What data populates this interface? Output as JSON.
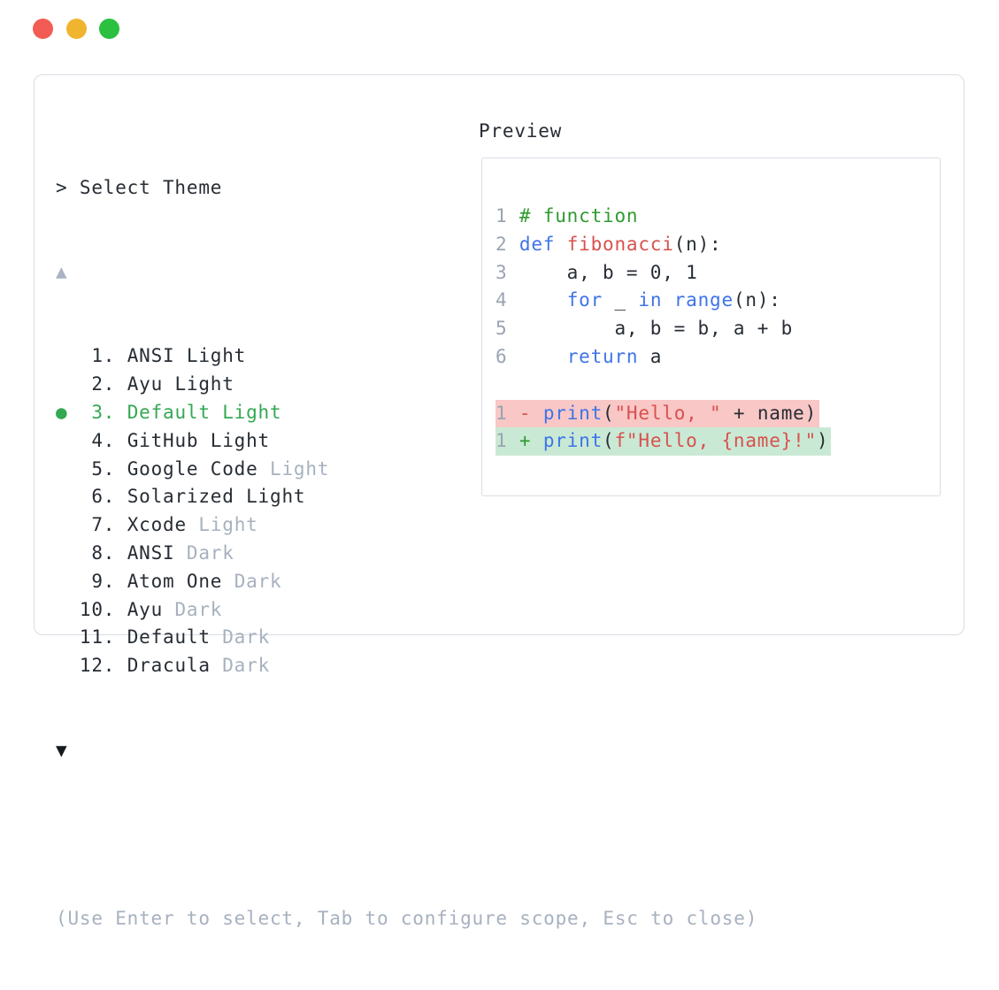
{
  "window_controls": {
    "close_color": "#f25c54",
    "minimize_color": "#f0b42e",
    "zoom_color": "#2bc03f"
  },
  "picker": {
    "title": "> Select Theme",
    "scroll_up": "▲",
    "scroll_down": "▼",
    "selected_marker": "●",
    "selected_index": 3,
    "items": [
      {
        "number": "1.",
        "parts": [
          {
            "text": "ANSI Light",
            "style": "normal"
          }
        ],
        "selected": false
      },
      {
        "number": "2.",
        "parts": [
          {
            "text": "Ayu Light",
            "style": "normal"
          }
        ],
        "selected": false
      },
      {
        "number": "3.",
        "parts": [
          {
            "text": "Default Light",
            "style": "selected"
          }
        ],
        "selected": true
      },
      {
        "number": "4.",
        "parts": [
          {
            "text": "GitHub Light",
            "style": "normal"
          }
        ],
        "selected": false
      },
      {
        "number": "5.",
        "parts": [
          {
            "text": "Google Code ",
            "style": "normal"
          },
          {
            "text": "Light",
            "style": "muted"
          }
        ],
        "selected": false
      },
      {
        "number": "6.",
        "parts": [
          {
            "text": "Solarized Light",
            "style": "normal"
          }
        ],
        "selected": false
      },
      {
        "number": "7.",
        "parts": [
          {
            "text": "Xcode ",
            "style": "normal"
          },
          {
            "text": "Light",
            "style": "muted"
          }
        ],
        "selected": false
      },
      {
        "number": "8.",
        "parts": [
          {
            "text": "ANSI ",
            "style": "normal"
          },
          {
            "text": "Dark",
            "style": "muted"
          }
        ],
        "selected": false
      },
      {
        "number": "9.",
        "parts": [
          {
            "text": "Atom One ",
            "style": "normal"
          },
          {
            "text": "Dark",
            "style": "muted"
          }
        ],
        "selected": false
      },
      {
        "number": "10.",
        "parts": [
          {
            "text": "Ayu ",
            "style": "normal"
          },
          {
            "text": "Dark",
            "style": "muted"
          }
        ],
        "selected": false
      },
      {
        "number": "11.",
        "parts": [
          {
            "text": "Default ",
            "style": "normal"
          },
          {
            "text": "Dark",
            "style": "muted"
          }
        ],
        "selected": false
      },
      {
        "number": "12.",
        "parts": [
          {
            "text": "Dracula ",
            "style": "normal"
          },
          {
            "text": "Dark",
            "style": "muted"
          }
        ],
        "selected": false
      }
    ],
    "hint": "(Use Enter to select, Tab to configure scope, Esc to close)"
  },
  "preview": {
    "label": "Preview",
    "code_lines": [
      {
        "num": "1",
        "tokens": [
          {
            "text": "# function",
            "style": "comment"
          }
        ]
      },
      {
        "num": "2",
        "tokens": [
          {
            "text": "def",
            "style": "keyword"
          },
          {
            "text": " ",
            "style": "plain"
          },
          {
            "text": "fibonacci",
            "style": "function"
          },
          {
            "text": "(n):",
            "style": "plain"
          }
        ]
      },
      {
        "num": "3",
        "tokens": [
          {
            "text": "    a, b = 0, 1",
            "style": "plain"
          }
        ]
      },
      {
        "num": "4",
        "tokens": [
          {
            "text": "    ",
            "style": "plain"
          },
          {
            "text": "for",
            "style": "keyword"
          },
          {
            "text": " _ ",
            "style": "plain"
          },
          {
            "text": "in",
            "style": "keyword"
          },
          {
            "text": " ",
            "style": "plain"
          },
          {
            "text": "range",
            "style": "keyword"
          },
          {
            "text": "(n):",
            "style": "plain"
          }
        ]
      },
      {
        "num": "5",
        "tokens": [
          {
            "text": "        a, b = b, a + b",
            "style": "plain"
          }
        ]
      },
      {
        "num": "6",
        "tokens": [
          {
            "text": "    ",
            "style": "plain"
          },
          {
            "text": "return",
            "style": "keyword"
          },
          {
            "text": " a",
            "style": "plain"
          }
        ]
      }
    ],
    "diff_lines": [
      {
        "num": "1",
        "sign": "-",
        "kind": "removed",
        "tokens": [
          {
            "text": "print",
            "style": "keyword"
          },
          {
            "text": "(",
            "style": "plain"
          },
          {
            "text": "\"Hello, \"",
            "style": "string"
          },
          {
            "text": " + name)",
            "style": "plain"
          }
        ]
      },
      {
        "num": "1",
        "sign": "+",
        "kind": "added",
        "tokens": [
          {
            "text": "print",
            "style": "keyword"
          },
          {
            "text": "(",
            "style": "plain"
          },
          {
            "text": "f\"Hello, {name}!\"",
            "style": "string"
          },
          {
            "text": ")",
            "style": "plain"
          }
        ]
      }
    ]
  },
  "colors": {
    "text": "#272d34",
    "muted": "#a7b1bf",
    "border": "#d8dde3",
    "selected_green": "#33a852",
    "keyword_blue": "#3e74e8",
    "string_red": "#d8514e",
    "comment_green": "#2f9b2f",
    "line_number": "#9aa4b2",
    "diff_removed_bg": "#f8c7c6",
    "diff_added_bg": "#c9e9d5",
    "scroll_up_arrow": "#a9b3c2",
    "scroll_down_arrow": "#16191d"
  }
}
